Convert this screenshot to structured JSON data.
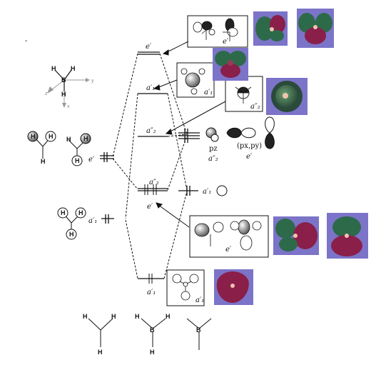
{
  "diagram": {
    "mo_levels": {
      "e_prime_star": "e′",
      "a1_prime_star": "a′₁",
      "a2_double_prime": "a″₂",
      "a2_double_prime_bonding": "a″₂",
      "e_prime_bonding": "e′",
      "a1_prime_bonding": "a′₁"
    },
    "left_fragment": {
      "e_prime": "e′",
      "a1_prime": "a′₁"
    },
    "right_fragment": {
      "p_label": "pz",
      "p_sym": "a″₂",
      "pxy_label": "(px,py)",
      "pxy_sym": "e′",
      "s_sym": "a′₁"
    },
    "boxes": {
      "top_e": "e′",
      "a1_star": "a′₁",
      "a2": "a″₂",
      "e_bond": "e′",
      "a1_bond": "a′₁"
    },
    "axes": {
      "y": "y",
      "z": "z",
      "x": "x"
    },
    "atoms": {
      "H": "H",
      "B": "B"
    },
    "misc": {
      "dash": "-"
    },
    "colors": {
      "orbital_bg": "#7b74c8",
      "lobe_red": "#8a1f4a",
      "lobe_green": "#2d6a4a",
      "line": "#111111"
    }
  }
}
